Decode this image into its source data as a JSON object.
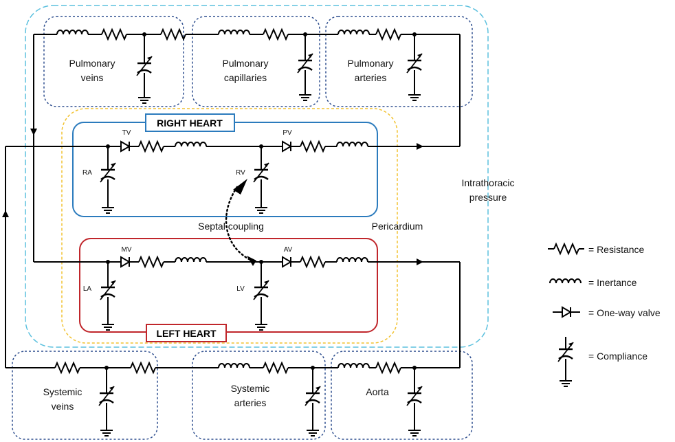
{
  "compartments": {
    "pulmonary_veins": [
      "Pulmonary",
      "veins"
    ],
    "pulmonary_capillaries": [
      "Pulmonary",
      "capillaries"
    ],
    "pulmonary_arteries": [
      "Pulmonary",
      "arteries"
    ],
    "systemic_veins": [
      "Systemic",
      "veins"
    ],
    "systemic_arteries": [
      "Systemic",
      "arteries"
    ],
    "aorta": "Aorta"
  },
  "heart": {
    "right_title": "RIGHT HEART",
    "left_title": "LEFT HEART",
    "tv": "TV",
    "pv": "PV",
    "mv": "MV",
    "av": "AV",
    "ra": "RA",
    "rv": "RV",
    "la": "LA",
    "lv": "LV"
  },
  "labels": {
    "septal_coupling": "Septal coupling",
    "pericardium": "Pericardium",
    "intrathoracic": [
      "Intrathoracic",
      "pressure"
    ]
  },
  "legend": {
    "resistance": "= Resistance",
    "inertance": "= Inertance",
    "valve": "= One-way valve",
    "compliance": "= Compliance"
  },
  "colors": {
    "right_heart": "#2b7bbd",
    "left_heart": "#c0262b",
    "pericardium": "#f2c230",
    "intrathoracic": "#5bc0de",
    "compartment": "#2f4f8f"
  }
}
